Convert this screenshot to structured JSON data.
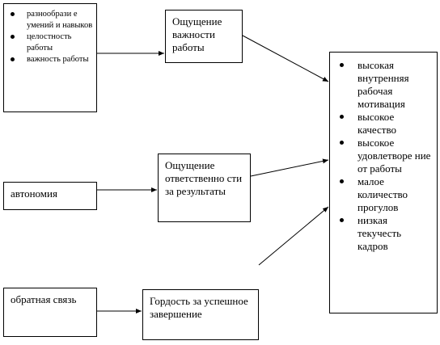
{
  "factors": {
    "skills": [
      "разнообрази е умений и навыков",
      "целостность работы",
      "важность работы"
    ],
    "autonomy": "автономия",
    "feedback": "обратная связь"
  },
  "states": {
    "meaning": "Ощущение важности работы",
    "responsibility": "Ощущение ответственно сти за результаты",
    "knowledge": "Гордость за успешное завершение"
  },
  "outcomes": [
    "высокая внутренняя рабочая мотивация",
    "высокое качество",
    "высокое удовлетворе ние от работы",
    "малое количество прогулов",
    "низкая текучесть кадров"
  ]
}
